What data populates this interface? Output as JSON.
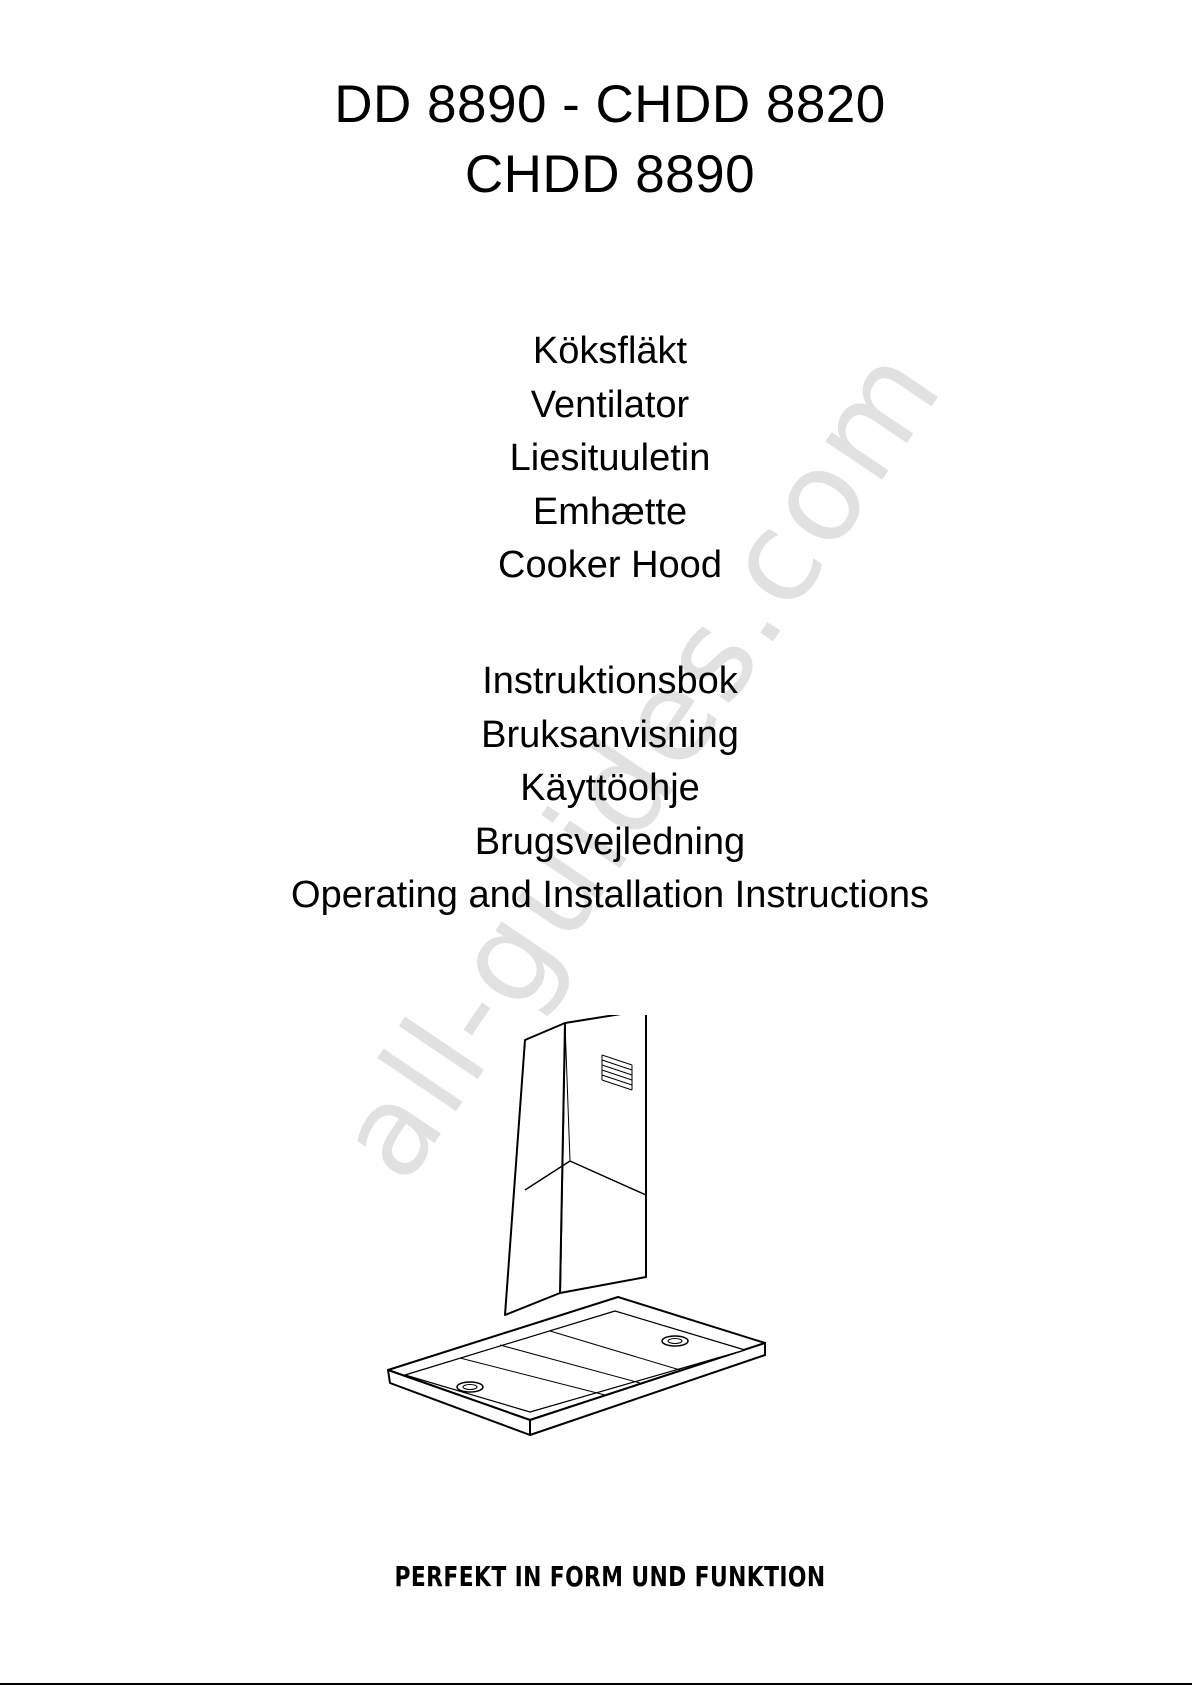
{
  "title": {
    "line1": "DD 8890 - CHDD 8820",
    "line2": "CHDD 8890"
  },
  "product_names": [
    "Köksfläkt",
    "Ventilator",
    "Liesituuletin",
    "Emhætte",
    "Cooker Hood"
  ],
  "document_titles": [
    "Instruktionsbok",
    "Bruksanvisning",
    "Käyttöohje",
    "Brugsvejledning",
    "Operating and Installation Instructions"
  ],
  "watermark": "all-guides.com",
  "slogan": "PERFEKT IN FORM UND FUNKTION",
  "illustration": {
    "subject": "chimney cooker hood",
    "icon": "cooker-hood-icon"
  }
}
